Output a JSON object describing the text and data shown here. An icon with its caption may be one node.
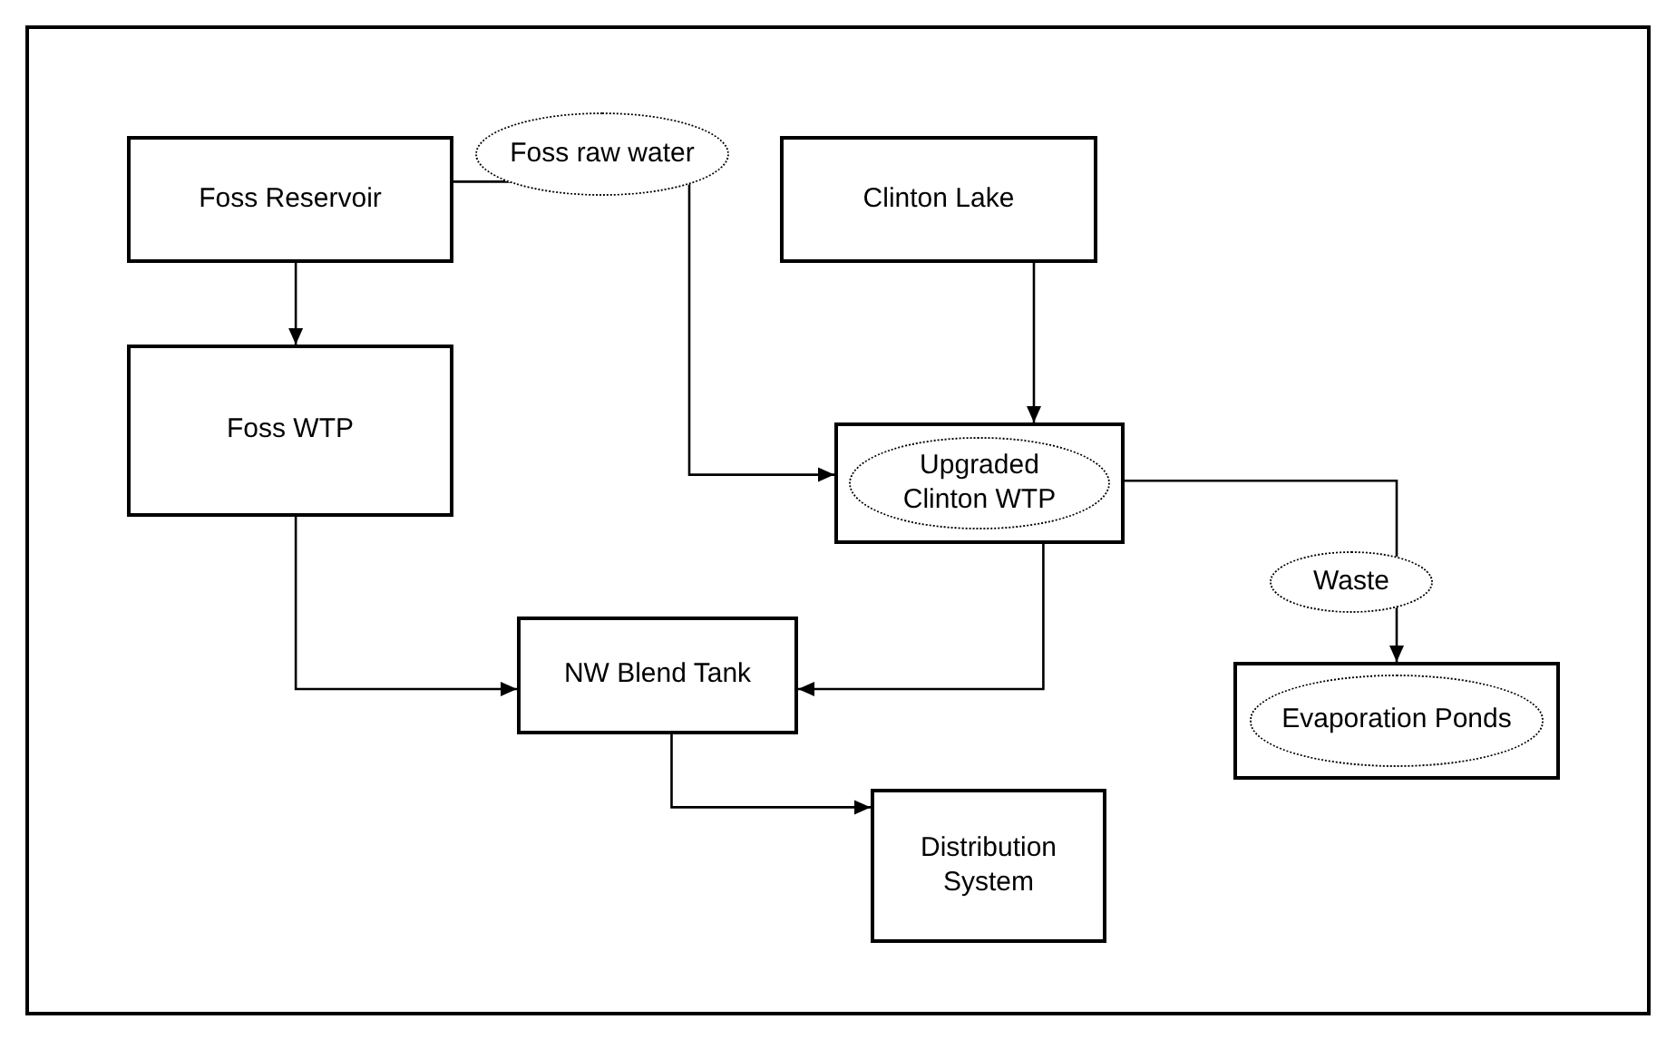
{
  "diagram": {
    "nodes": [
      {
        "text": [
          "Foss Reservoir"
        ]
      },
      {
        "text": [
          "Clinton Lake"
        ]
      },
      {
        "text": [
          "Foss WTP"
        ]
      },
      {
        "text": [
          "Upgraded Clinton WTP"
        ]
      },
      {
        "text": [
          "NW Blend Tank"
        ]
      },
      {
        "text": [
          "Evaporation Ponds"
        ]
      },
      {
        "text": [
          "Distribution System"
        ]
      }
    ],
    "edges": [
      {
        "from": 0,
        "to": 2,
        "arrow": "to"
      },
      {
        "from": 0,
        "to": 3,
        "arrow": "to",
        "label": "Foss raw water"
      },
      {
        "from": 1,
        "to": 3,
        "arrow": "to"
      },
      {
        "from": 2,
        "to": 4,
        "arrow": "to"
      },
      {
        "from": 3,
        "to": 4,
        "arrow": "to"
      },
      {
        "from": 3,
        "to": 5,
        "arrow": "to",
        "label": "Waste"
      },
      {
        "from": 4,
        "to": 6,
        "arrow": "to"
      }
    ]
  }
}
